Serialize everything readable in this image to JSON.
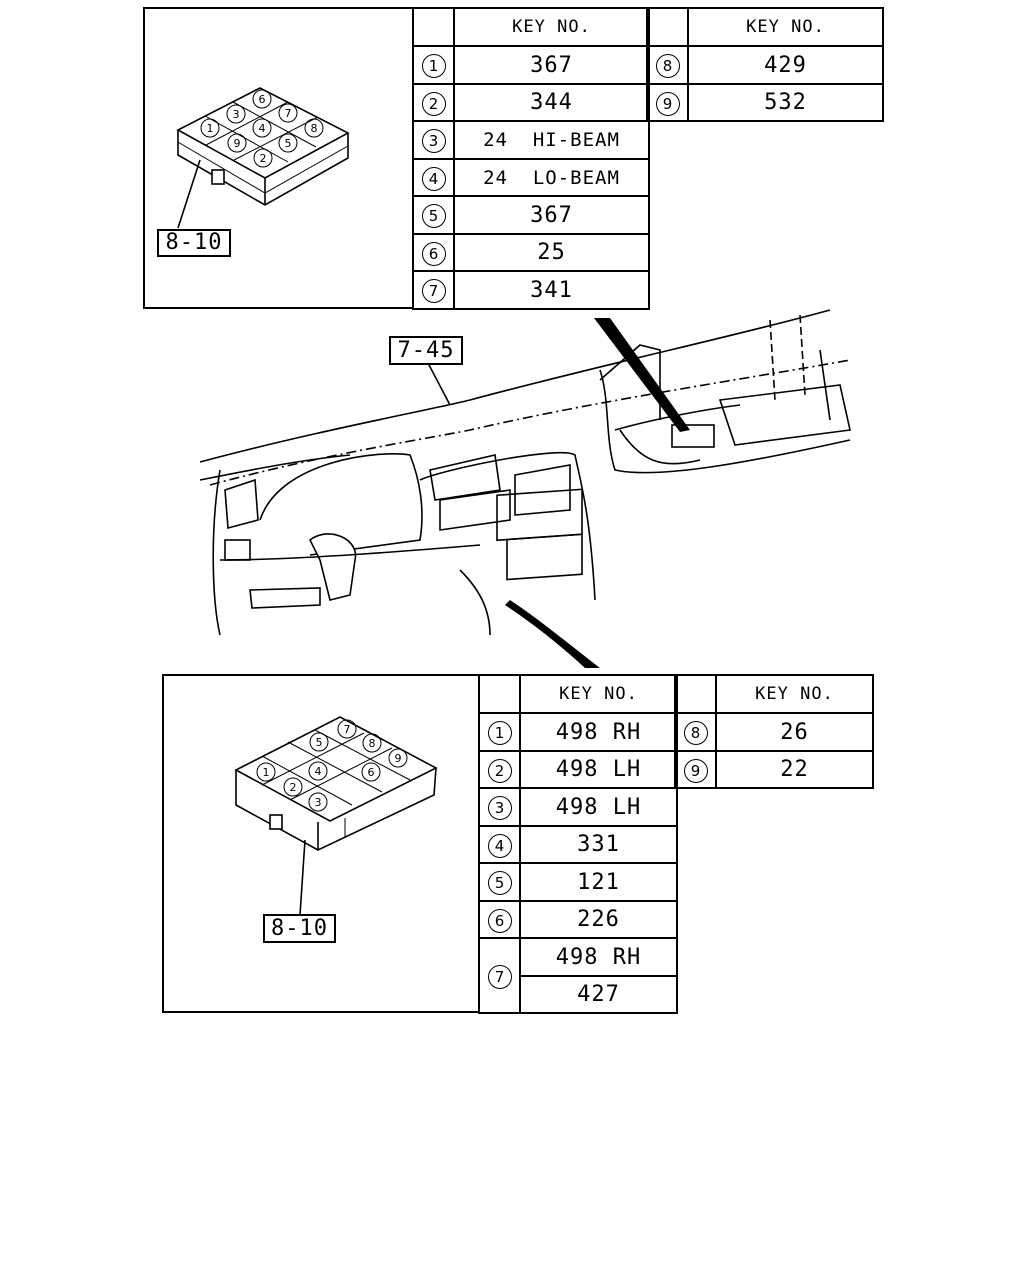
{
  "top_table": {
    "header": "KEY NO.",
    "left_rows": [
      {
        "num": "1",
        "value": "367"
      },
      {
        "num": "2",
        "value": "344"
      },
      {
        "num": "3",
        "value": "24  HI-BEAM"
      },
      {
        "num": "4",
        "value": "24  LO-BEAM"
      },
      {
        "num": "5",
        "value": "367"
      },
      {
        "num": "6",
        "value": "25"
      },
      {
        "num": "7",
        "value": "341"
      }
    ],
    "right_rows": [
      {
        "num": "8",
        "value": "429"
      },
      {
        "num": "9",
        "value": "532"
      }
    ]
  },
  "bottom_table": {
    "header": "KEY NO.",
    "left_rows": [
      {
        "num": "1",
        "value": "498 RH"
      },
      {
        "num": "2",
        "value": "498 LH"
      },
      {
        "num": "3",
        "value": "498 LH"
      },
      {
        "num": "4",
        "value": "331"
      },
      {
        "num": "5",
        "value": "121"
      },
      {
        "num": "6",
        "value": "226"
      },
      {
        "num": "7",
        "value": "498 RH",
        "value2": "427"
      }
    ],
    "right_rows": [
      {
        "num": "8",
        "value": "26"
      },
      {
        "num": "9",
        "value": "22"
      }
    ]
  },
  "labels": {
    "top_part_ref": "8-10",
    "dash_ref": "7-45",
    "bottom_part_ref": "8-10"
  },
  "top_switch_numbers": [
    "1",
    "2",
    "3",
    "4",
    "5",
    "6",
    "7",
    "8",
    "9"
  ],
  "bottom_switch_numbers": [
    "1",
    "2",
    "3",
    "4",
    "5",
    "6",
    "7",
    "8",
    "9"
  ]
}
